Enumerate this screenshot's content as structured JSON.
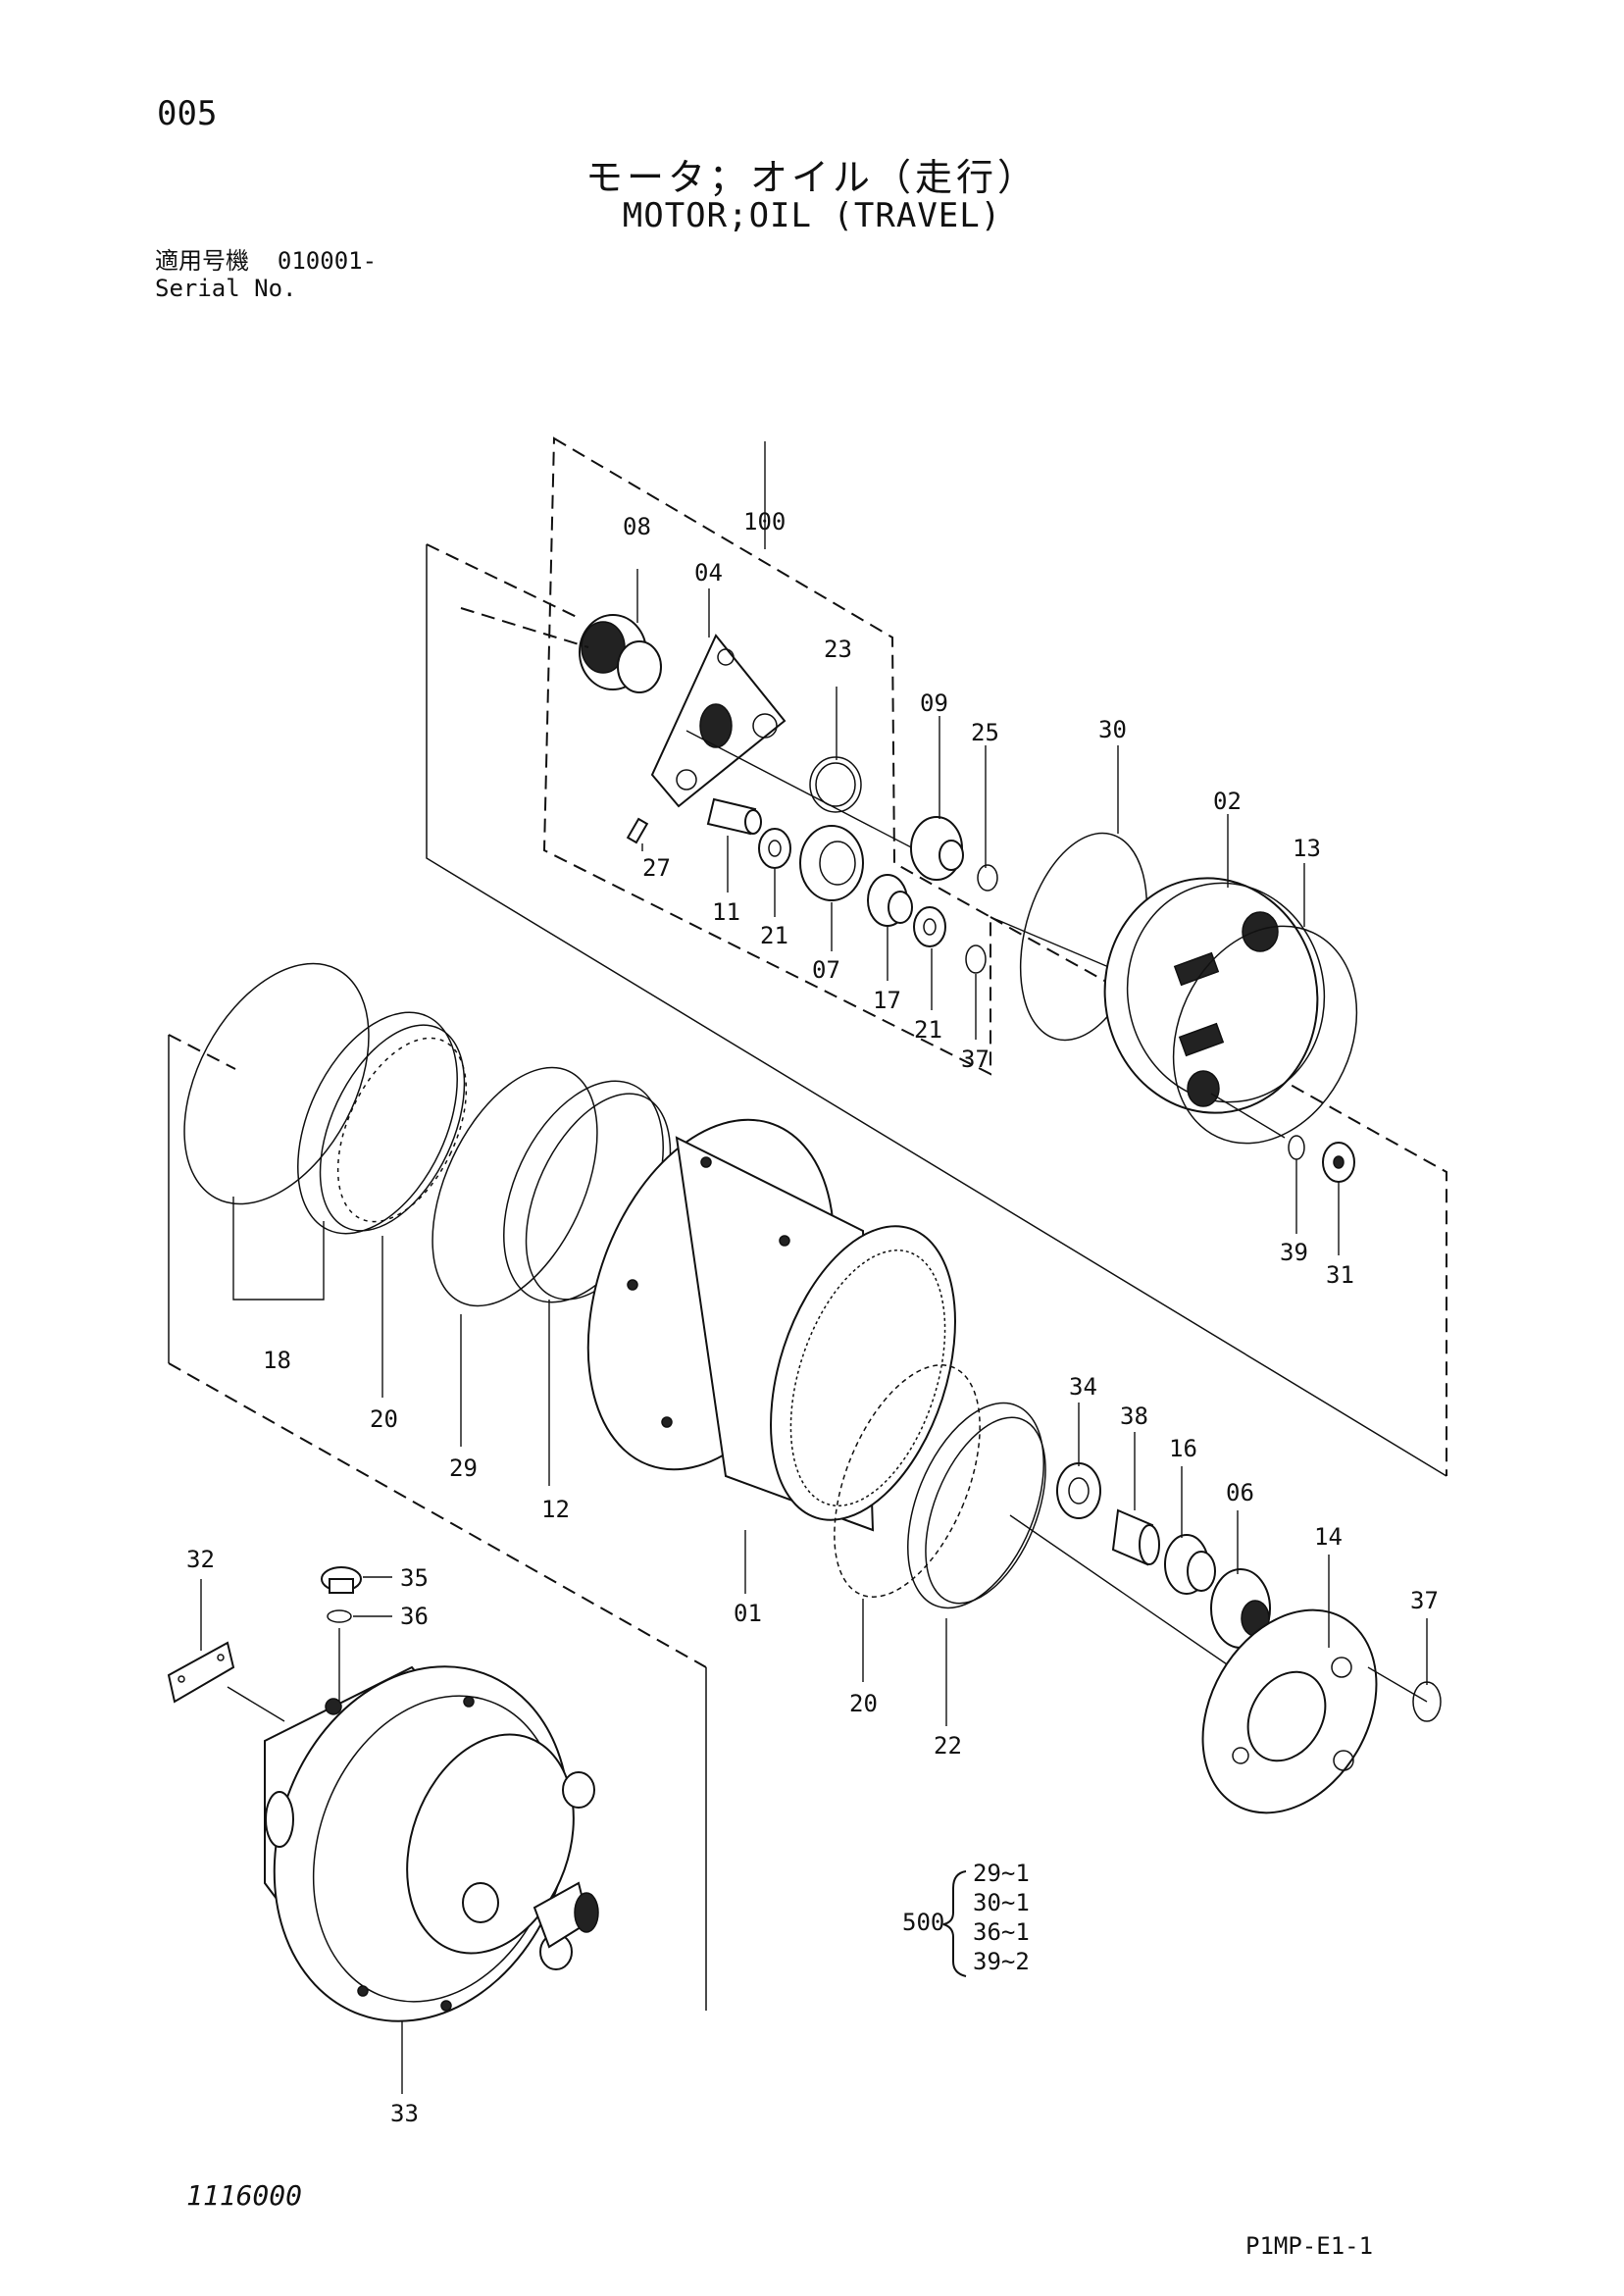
{
  "page_no": "005",
  "title_ja": "モータ；オイル（走行）",
  "title_en": "MOTOR;OIL (TRAVEL)",
  "serial_label_ja": "適用号機",
  "serial_value": "010001-",
  "serial_label_en": "Serial No.",
  "footer_left": "1116000",
  "footer_right": "P1MP-E1-1",
  "parts": {
    "p100": "100",
    "p08": "08",
    "p04": "04",
    "p23": "23",
    "p09": "09",
    "p25": "25",
    "p30": "30",
    "p02": "02",
    "p13": "13",
    "p27": "27",
    "p11": "11",
    "p21a": "21",
    "p07": "07",
    "p17": "17",
    "p21b": "21",
    "p37a": "37",
    "p39": "39",
    "p31": "31",
    "p18": "18",
    "p20a": "20",
    "p29": "29",
    "p12": "12",
    "p01": "01",
    "p20b": "20",
    "p22": "22",
    "p34": "34",
    "p38": "38",
    "p16": "16",
    "p06": "06",
    "p14": "14",
    "p37b": "37",
    "p32": "32",
    "p35": "35",
    "p36": "36",
    "p33": "33"
  },
  "kit": {
    "label": "500",
    "items": [
      "29~1",
      "30~1",
      "36~1",
      "39~2"
    ]
  }
}
